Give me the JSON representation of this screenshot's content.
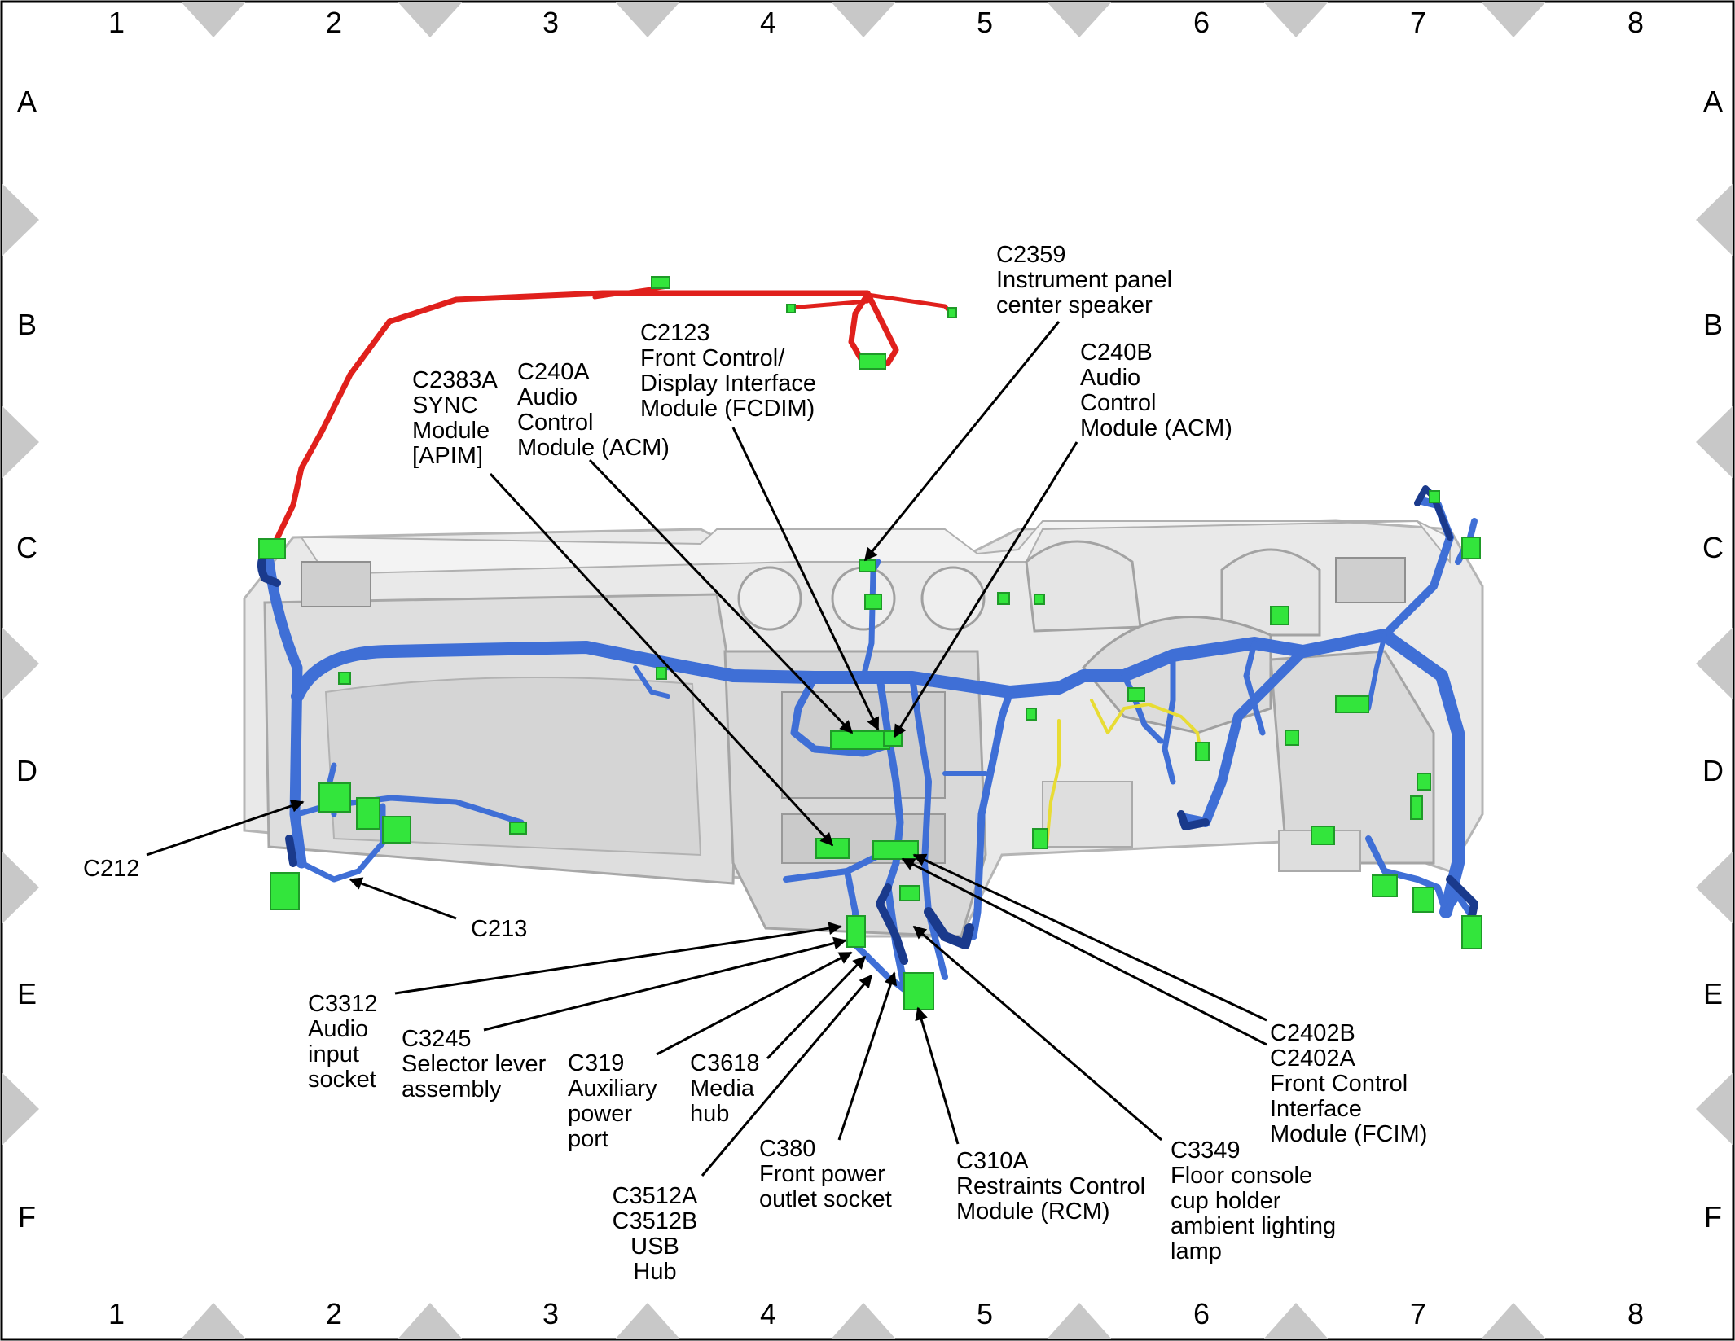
{
  "grid": {
    "columns": [
      "1",
      "2",
      "3",
      "4",
      "5",
      "6",
      "7",
      "8"
    ],
    "rows": [
      "A",
      "B",
      "C",
      "D",
      "E",
      "F"
    ]
  },
  "callouts": [
    {
      "id": "c2359",
      "lines": [
        "C2359",
        "Instrument panel",
        "center speaker"
      ]
    },
    {
      "id": "c2123",
      "lines": [
        "C2123",
        "Front Control/",
        "Display Interface",
        "Module (FCDIM)"
      ]
    },
    {
      "id": "c240b",
      "lines": [
        "C240B",
        "Audio",
        "Control",
        "Module (ACM)"
      ]
    },
    {
      "id": "c2383a",
      "lines": [
        "C2383A",
        "SYNC",
        "Module",
        "[APIM]"
      ]
    },
    {
      "id": "c240a",
      "lines": [
        "C240A",
        "Audio",
        "Control",
        "Module (ACM)"
      ]
    },
    {
      "id": "c212",
      "lines": [
        "C212"
      ]
    },
    {
      "id": "c213",
      "lines": [
        "C213"
      ]
    },
    {
      "id": "c3312",
      "lines": [
        "C3312",
        "Audio",
        "input",
        "socket"
      ]
    },
    {
      "id": "c3245",
      "lines": [
        "C3245",
        "Selector lever",
        "assembly"
      ]
    },
    {
      "id": "c319",
      "lines": [
        "C319",
        "Auxiliary",
        "power",
        "port"
      ]
    },
    {
      "id": "c3618",
      "lines": [
        "C3618",
        "Media",
        "hub"
      ]
    },
    {
      "id": "c380",
      "lines": [
        "C380",
        "Front power",
        "outlet socket"
      ]
    },
    {
      "id": "c3512",
      "lines": [
        "C3512A",
        "C3512B",
        "USB",
        "Hub"
      ]
    },
    {
      "id": "c310a",
      "lines": [
        "C310A",
        "Restraints Control",
        "Module (RCM)"
      ]
    },
    {
      "id": "c3349",
      "lines": [
        "C3349",
        "Floor console",
        "cup holder",
        "ambient lighting",
        "lamp"
      ]
    },
    {
      "id": "c2402",
      "lines": [
        "C2402B",
        "C2402A",
        "Front Control",
        "Interface",
        "Module (FCIM)"
      ]
    }
  ]
}
